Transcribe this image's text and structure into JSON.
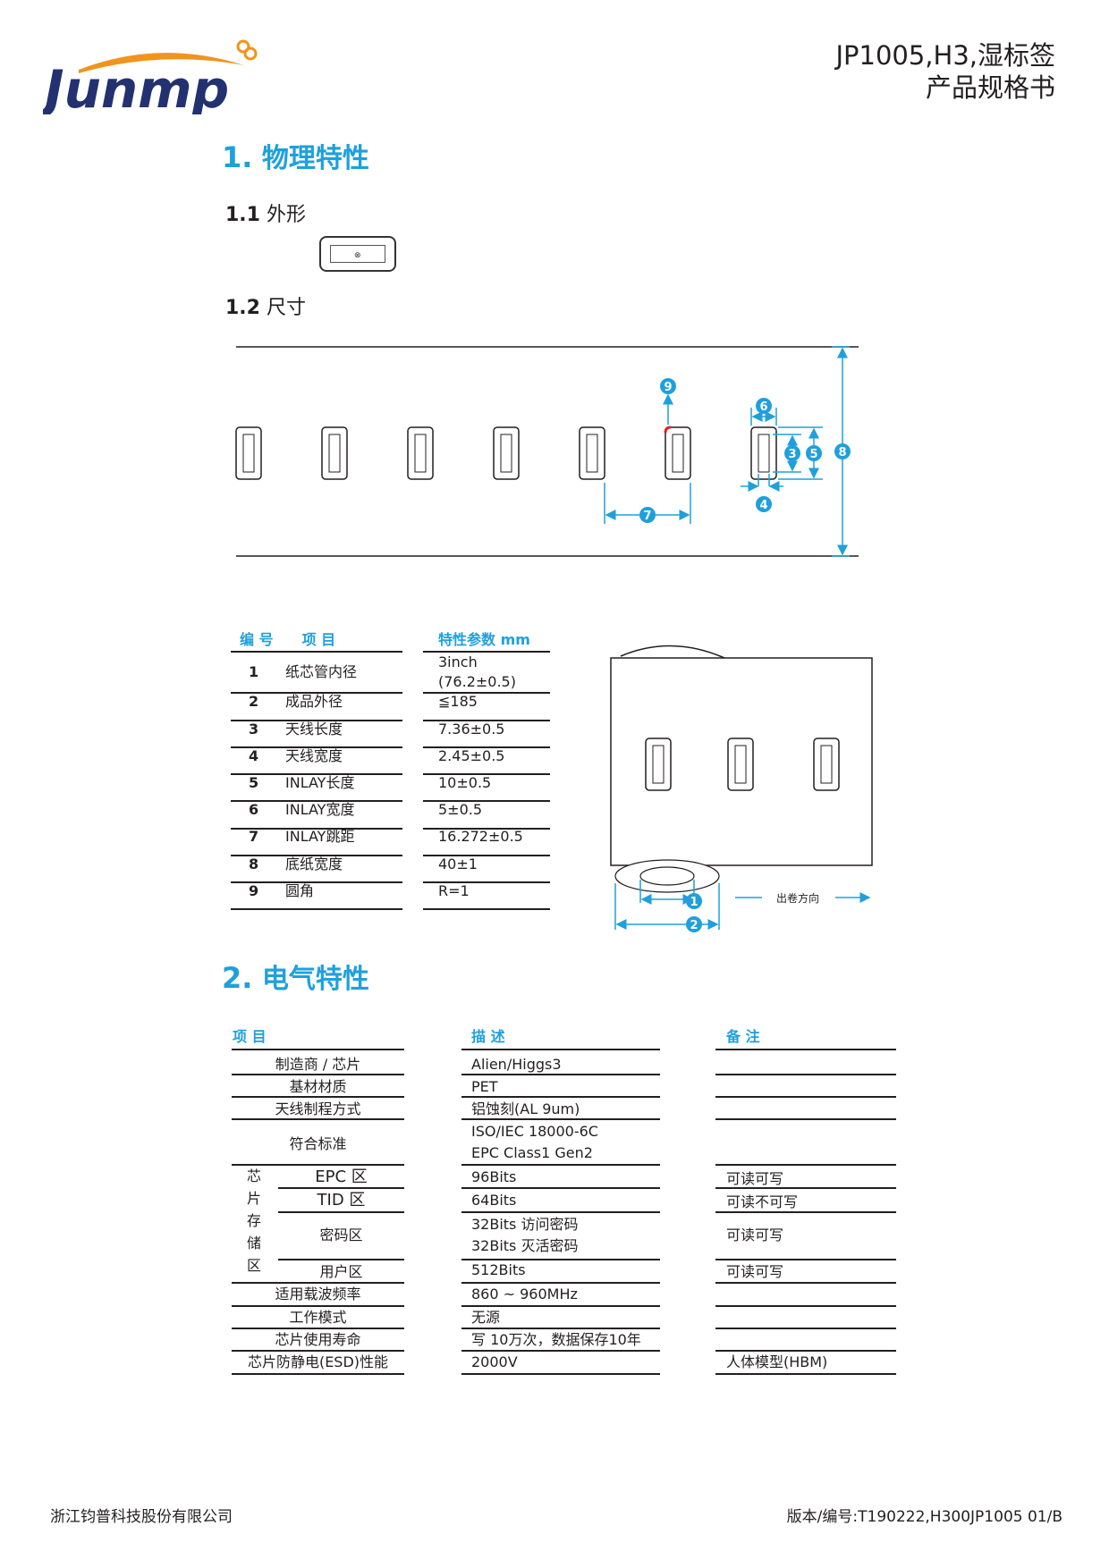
{
  "logo": {
    "text": "Junmp"
  },
  "doc_title": {
    "line1": "JP1005,H3,湿标签",
    "line2": "产品规格书"
  },
  "section1": {
    "title_num": "1.",
    "title_text": "物理特性",
    "sub1_num": "1.1",
    "sub1_text": "外形",
    "sub2_num": "1.2",
    "sub2_text": "尺寸"
  },
  "diagram": {
    "callouts": [
      "1",
      "2",
      "3",
      "4",
      "5",
      "6",
      "7",
      "8",
      "9"
    ],
    "direction_label": "出卷方向"
  },
  "phys_table": {
    "headers": {
      "no_item": "编 号　　项 目",
      "param": "特性参数 mm"
    },
    "rows": [
      {
        "no": "1",
        "item": "纸芯管内径",
        "value_l1": "3inch",
        "value_l2": "(76.2±0.5)"
      },
      {
        "no": "2",
        "item": "成品外径",
        "value_l1": "≦185",
        "value_l2": ""
      },
      {
        "no": "3",
        "item": "天线长度",
        "value_l1": "7.36±0.5",
        "value_l2": ""
      },
      {
        "no": "4",
        "item": "天线宽度",
        "value_l1": "2.45±0.5",
        "value_l2": ""
      },
      {
        "no": "5",
        "item": "INLAY长度",
        "value_l1": "10±0.5",
        "value_l2": ""
      },
      {
        "no": "6",
        "item": "INLAY宽度",
        "value_l1": "5±0.5",
        "value_l2": ""
      },
      {
        "no": "7",
        "item": "INLAY跳距",
        "value_l1": "16.272±0.5",
        "value_l2": ""
      },
      {
        "no": "8",
        "item": "底纸宽度",
        "value_l1": "40±1",
        "value_l2": ""
      },
      {
        "no": "9",
        "item": "圆角",
        "value_l1": "R=1",
        "value_l2": ""
      }
    ]
  },
  "section2": {
    "title_num": "2.",
    "title_text": "电气特性"
  },
  "elec_table": {
    "headers": {
      "item": "项 目",
      "desc": "描 述",
      "note": "备 注"
    },
    "rows": {
      "r1": {
        "item": "制造商 / 芯片",
        "desc": "Alien/Higgs3",
        "note": ""
      },
      "r2": {
        "item": "基材材质",
        "desc": "PET",
        "note": ""
      },
      "r3": {
        "item": "天线制程方式",
        "desc": "铝蚀刻(AL 9um)",
        "note": ""
      },
      "r4": {
        "item": "符合标准",
        "desc_l1": "ISO/IEC 18000-6C",
        "desc_l2": "EPC Class1 Gen2",
        "note": ""
      },
      "mem_group": {
        "c1": "芯",
        "c2": "片",
        "c3": "存",
        "c4": "储",
        "c5": "区"
      },
      "r5": {
        "item": "EPC 区",
        "desc": "96Bits",
        "note": "可读可写"
      },
      "r6": {
        "item": "TID 区",
        "desc": "64Bits",
        "note": "可读不可写"
      },
      "r7": {
        "item": "密码区",
        "desc_l1": "32Bits 访问密码",
        "desc_l2": "32Bits 灭活密码",
        "note": "可读可写"
      },
      "r8": {
        "item": "用户区",
        "desc": "512Bits",
        "note": "可读可写"
      },
      "r9": {
        "item": "适用载波频率",
        "desc": "860 ~ 960MHz",
        "note": ""
      },
      "r10": {
        "item": "工作模式",
        "desc": "无源",
        "note": ""
      },
      "r11": {
        "item": "芯片使用寿命",
        "desc": "写 10万次，数据保存10年",
        "note": ""
      },
      "r12": {
        "item": "芯片防静电(ESD)性能",
        "desc": "2000V",
        "note": "人体模型(HBM)"
      }
    }
  },
  "footer": {
    "company": "浙江钧普科技股份有限公司",
    "version": "版本/编号:T190222,H300JP1005 01/B"
  },
  "colors": {
    "accent": "#1fa0dc",
    "logo_orange": "#f0941e",
    "logo_navy": "#233170",
    "red_mark": "#e2231a"
  }
}
